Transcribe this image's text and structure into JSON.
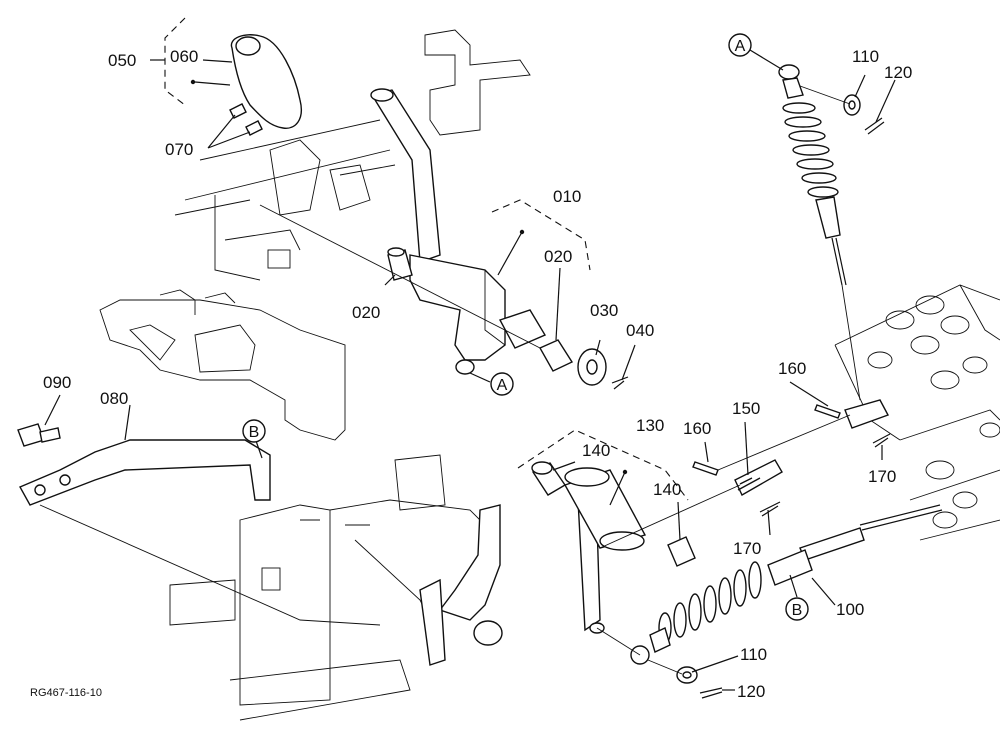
{
  "diagram": {
    "reference_code": "RG467-116-10",
    "part_numbers": {
      "p050": "050",
      "p060": "060",
      "p070": "070",
      "p010": "010",
      "p020a": "020",
      "p020b": "020",
      "p030": "030",
      "p040": "040",
      "p090": "090",
      "p080": "080",
      "p110a": "110",
      "p120a": "120",
      "p160a": "160",
      "p160b": "160",
      "p150": "150",
      "p130": "130",
      "p140a": "140",
      "p140b": "140",
      "p170a": "170",
      "p170b": "170",
      "p100": "100",
      "p110b": "110",
      "p120b": "120"
    },
    "callouts": {
      "A_top": "A",
      "A_mid": "A",
      "B_left": "B",
      "B_right": "B"
    }
  }
}
